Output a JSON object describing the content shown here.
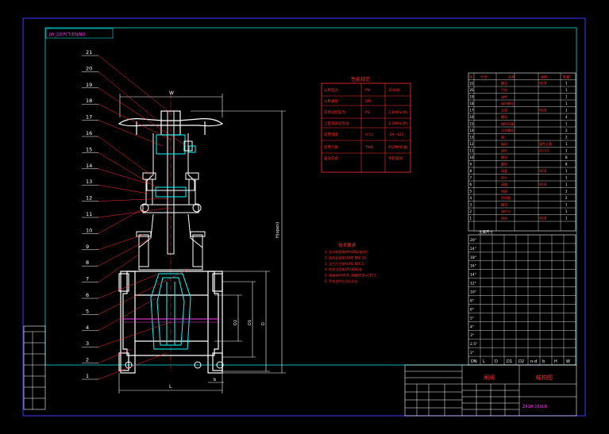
{
  "drawing": {
    "corner_tag": "JW_2/CPCT/DN/NO",
    "dim_top": "W",
    "dim_height": "H(open)",
    "dim_bottom_L": "L",
    "dim_bottom_b": "b",
    "dim_side": [
      "D2",
      "D1",
      "D"
    ],
    "part_numbers": [
      "21",
      "20",
      "19",
      "18",
      "17",
      "16",
      "15",
      "14",
      "13",
      "12",
      "11",
      "10",
      "9",
      "8",
      "7",
      "6",
      "5",
      "4",
      "3",
      "2",
      "1"
    ]
  },
  "spec_table": {
    "title": "性能规范",
    "rows": [
      {
        "label": "公称压力",
        "sym": "PN",
        "value": "150LB"
      },
      {
        "label": "公称通径",
        "sym": "DN",
        "value": ""
      },
      {
        "label": "壳体试验压力",
        "sym": "PS",
        "value": "3.1MPa(水)"
      },
      {
        "label": "上密封试验压力",
        "sym": "",
        "value": "2.2MPa(水)"
      },
      {
        "label": "适用温度",
        "sym": "t(℃)",
        "value": "-29~425"
      },
      {
        "label": "适用介质",
        "sym": "TMD",
        "value": "ASTM(水油)"
      },
      {
        "label": "驱动方式",
        "sym": "",
        "value": "手轮驱动"
      }
    ]
  },
  "notes": {
    "title": "技术要求",
    "lines": [
      "1. 设计制造按API600标准执行",
      "2. 结构长度按ASME B16.10",
      "3. 法兰尺寸按ASME B16.5",
      "4. 检验试验按API598标准",
      "5. 阀体材料WCB, 阀瓣WCB+CR13",
      "6. 手轮逆时针方向开启"
    ]
  },
  "parts_table": {
    "headers": [
      "序",
      "代号",
      "名称",
      "材料",
      "数量"
    ],
    "rows": [
      [
        "21",
        "",
        "螺母",
        "WCB",
        "1"
      ],
      [
        "20",
        "",
        "手轮",
        "",
        "1"
      ],
      [
        "19",
        "",
        "油杯",
        "",
        "1"
      ],
      [
        "18",
        "",
        "阀杆螺母",
        "",
        "1"
      ],
      [
        "17",
        "",
        "支架",
        "WCB",
        "1"
      ],
      [
        "16",
        "",
        "螺栓",
        "",
        "4"
      ],
      [
        "15",
        "",
        "填料压盖",
        "",
        "1"
      ],
      [
        "14",
        "",
        "活节螺栓",
        "",
        "2"
      ],
      [
        "13",
        "",
        "销",
        "",
        "2"
      ],
      [
        "12",
        "",
        "填料",
        "柔性石墨",
        "1"
      ],
      [
        "11",
        "",
        "阀杆",
        "2Cr13",
        "1"
      ],
      [
        "10",
        "",
        "螺母",
        "",
        "8"
      ],
      [
        "9",
        "",
        "螺栓",
        "",
        "8"
      ],
      [
        "8",
        "",
        "阀盖",
        "WCB",
        "1"
      ],
      [
        "7",
        "",
        "垫片",
        "",
        "1"
      ],
      [
        "6",
        "",
        "阀瓣",
        "WCB",
        "1"
      ],
      [
        "5",
        "",
        "阀座",
        "",
        "2"
      ],
      [
        "4",
        "",
        "密封圈",
        "",
        "2"
      ],
      [
        "3",
        "",
        "螺母",
        "",
        "1"
      ],
      [
        "2",
        "",
        "阀杆头",
        "",
        "1"
      ],
      [
        "1",
        "",
        "阀体",
        "WCB",
        "1"
      ]
    ],
    "sizes_title": "主要尺寸"
  },
  "dim_table": {
    "headers": [
      "DN",
      "L",
      "D",
      "D1",
      "D2",
      "n-d",
      "b",
      "H",
      "W"
    ],
    "rows": [
      [
        "20\"",
        "",
        "",
        "",
        "",
        "",
        "",
        "",
        ""
      ],
      [
        "24\"",
        "",
        "",
        "",
        "",
        "",
        "",
        "",
        ""
      ],
      [
        "18\"",
        "",
        "",
        "",
        "",
        "",
        "",
        "",
        ""
      ],
      [
        "16\"",
        "",
        "",
        "",
        "",
        "",
        "",
        "",
        ""
      ],
      [
        "14\"",
        "",
        "",
        "",
        "",
        "",
        "",
        "",
        ""
      ],
      [
        "12\"",
        "",
        "",
        "",
        "",
        "",
        "",
        "",
        ""
      ],
      [
        "10\"",
        "",
        "",
        "",
        "",
        "",
        "",
        "",
        ""
      ],
      [
        "8\"",
        "",
        "",
        "",
        "",
        "",
        "",
        "",
        ""
      ],
      [
        "6\"",
        "",
        "",
        "",
        "",
        "",
        "",
        "",
        ""
      ],
      [
        "5\"",
        "",
        "",
        "",
        "",
        "",
        "",
        "",
        ""
      ],
      [
        "4\"",
        "",
        "",
        "",
        "",
        "",
        "",
        "",
        ""
      ],
      [
        "3\"",
        "",
        "",
        "",
        "",
        "",
        "",
        "",
        ""
      ],
      [
        "2.5\"",
        "",
        "",
        "",
        "",
        "",
        "",
        "",
        ""
      ],
      [
        "2\"",
        "",
        "",
        "",
        "",
        "",
        "",
        "",
        ""
      ]
    ]
  },
  "title_block": {
    "name": "闸阀",
    "drawing_label": "结构图",
    "model": "Z41H-150LB"
  }
}
